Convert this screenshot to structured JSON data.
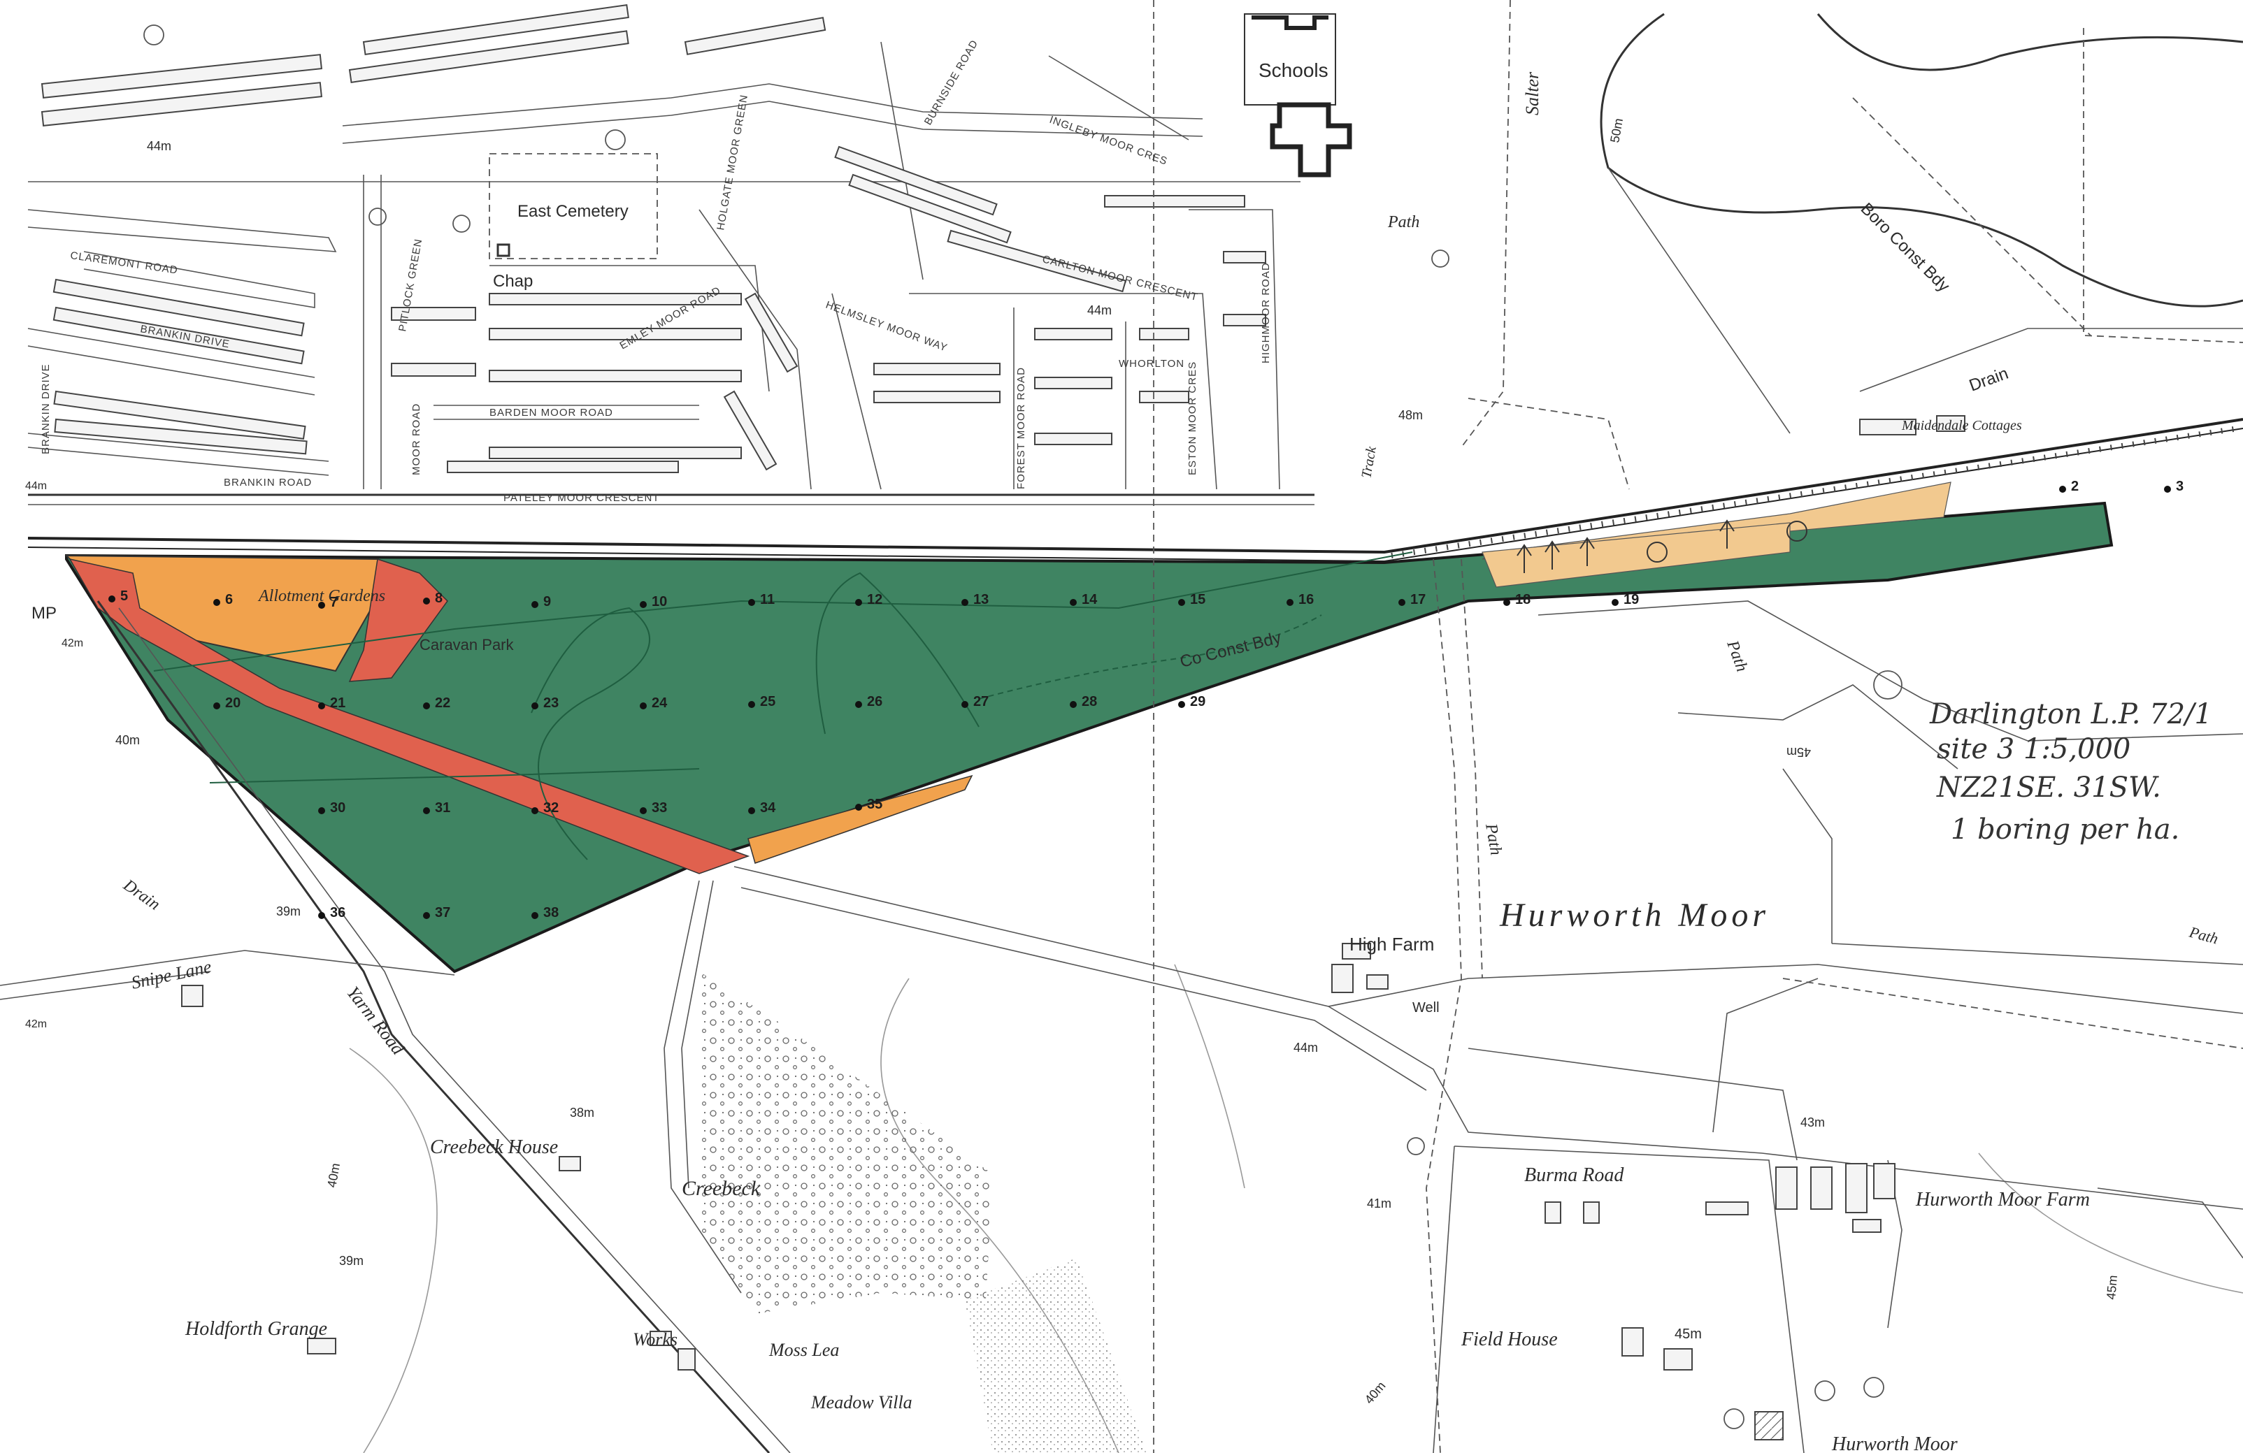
{
  "map": {
    "place_name": "Hurworth Moor",
    "annotation": [
      "Darlington L.P. 72/1",
      "site 3    1:5,000",
      "NZ21SE. 31SW.",
      "1 boring per ha."
    ],
    "colors": {
      "site_green": "#2f7a55",
      "allotment_orange": "#f1a24d",
      "road_red": "#e0614e",
      "pale_orange": "#f2c98f"
    },
    "area_labels": {
      "allotment": "Allotment Gardens",
      "caravan": "Caravan Park",
      "schools": "Schools",
      "east_cemetery": "East Cemetery",
      "chap": "Chap",
      "co_const_bdy": "Co Const Bdy",
      "boro_const_bdy": "Boro Const Bdy",
      "maidendale": "Maidendale Cottages",
      "mp": "MP"
    },
    "road_labels": {
      "claremont": "CLAREMONT ROAD",
      "brankin_drive": "BRANKIN DRIVE",
      "brankin_drive_v": "BRANKIN DRIVE",
      "brankin_road": "BRANKIN ROAD",
      "barden": "BARDEN MOOR ROAD",
      "pateley": "PATELEY MOOR CRESCENT",
      "emley": "EMLEY MOOR ROAD",
      "helmsley": "HELMSLEY MOOR WAY",
      "carlton": "CARLTON MOOR CRESCENT",
      "burnside": "BURNSIDE ROAD",
      "ingleby": "INGLEBY MOOR CRES",
      "forest": "FOREST MOOR ROAD",
      "whorlton": "WHORLTON",
      "eston": "ESTON MOOR CRES",
      "highmoor": "HIGHMOOR ROAD",
      "holgate": "HOLGATE MOOR GREEN",
      "pitlock": "PITLOCK GREEN",
      "moor_road": "MOOR ROAD"
    },
    "place_labels": {
      "high_farm": "High Farm",
      "well": "Well",
      "burma_road": "Burma Road",
      "hurworth_moor_farm": "Hurworth Moor Farm",
      "field_house": "Field House",
      "creebeck_house": "Creebeck House",
      "creebeck": "Creebeck",
      "holdforth_grange": "Holdforth Grange",
      "works": "Works",
      "moss_lea": "Moss Lea",
      "meadow_villa": "Meadow Villa",
      "hurworth_moor_bottom": "Hurworth Moor",
      "snipe_lane": "Snipe Lane",
      "yarm_road": "Yarm Road",
      "drain_1": "Drain",
      "drain_2": "Drain",
      "path_1": "Path",
      "path_2": "Path",
      "path_3": "Path",
      "path_4": "Path",
      "track": "Track",
      "salter": "Salter"
    },
    "heights": [
      "44m",
      "44m",
      "44m",
      "44m",
      "42m",
      "40m",
      "39m",
      "38m",
      "39m",
      "40m",
      "48m",
      "50m",
      "45m",
      "44m",
      "43m",
      "41m",
      "40m",
      "45m",
      "45m",
      "42m"
    ],
    "boreholes": [
      "2",
      "3",
      "5",
      "6",
      "7",
      "8",
      "9",
      "10",
      "11",
      "12",
      "13",
      "14",
      "15",
      "16",
      "17",
      "18",
      "19",
      "20",
      "21",
      "22",
      "23",
      "24",
      "25",
      "26",
      "27",
      "28",
      "29",
      "30",
      "31",
      "32",
      "33",
      "34",
      "35",
      "36",
      "37",
      "38"
    ]
  }
}
